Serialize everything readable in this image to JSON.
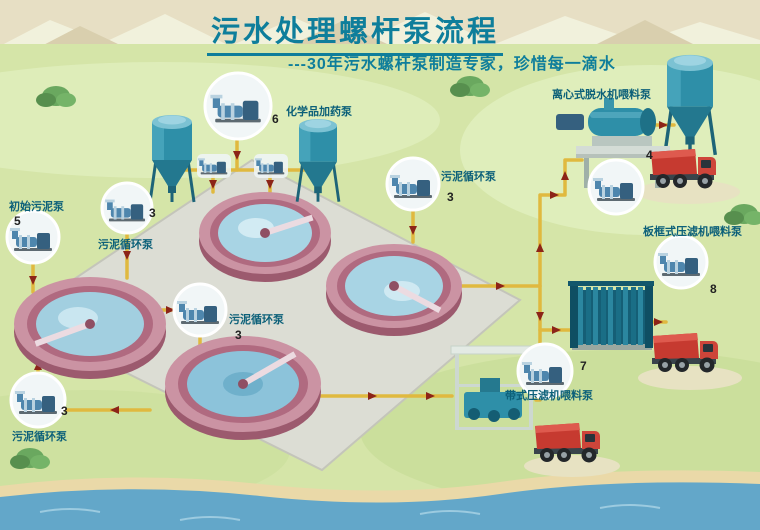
{
  "header": {
    "title": "污水处理螺杆泵流程",
    "subtitle": "---30年污水螺杆泵制造专家，珍惜每一滴水"
  },
  "callouts": [
    {
      "label": "化学品加药泵",
      "num": "6"
    },
    {
      "label": "离心式脱水机喂料泵",
      "num": "4"
    },
    {
      "label": "初始污泥泵",
      "num": "5"
    },
    {
      "label": "污泥循环泵",
      "num": "3"
    },
    {
      "label": "污泥循环泵",
      "num": "3"
    },
    {
      "label": "污泥循环泵",
      "num": "3"
    },
    {
      "label": "污泥循环泵",
      "num": "3"
    },
    {
      "label": "板框式压滤机喂料泵",
      "num": "8"
    },
    {
      "label": "带式压滤机喂料泵",
      "num": "7"
    }
  ],
  "colors": {
    "accent_teal": "#0e7e9b",
    "pipe_yellow": "#e0b93f",
    "arrow_red": "#8c2418",
    "tank_pink": "#cb93a3",
    "equipment_teal": "#2e8fa8",
    "truck_red": "#c63a30"
  },
  "icons": {
    "flow-arrow": "▶",
    "pump-icon": "svg-shape",
    "truck-icon": "svg-shape",
    "silo-icon": "svg-shape"
  }
}
